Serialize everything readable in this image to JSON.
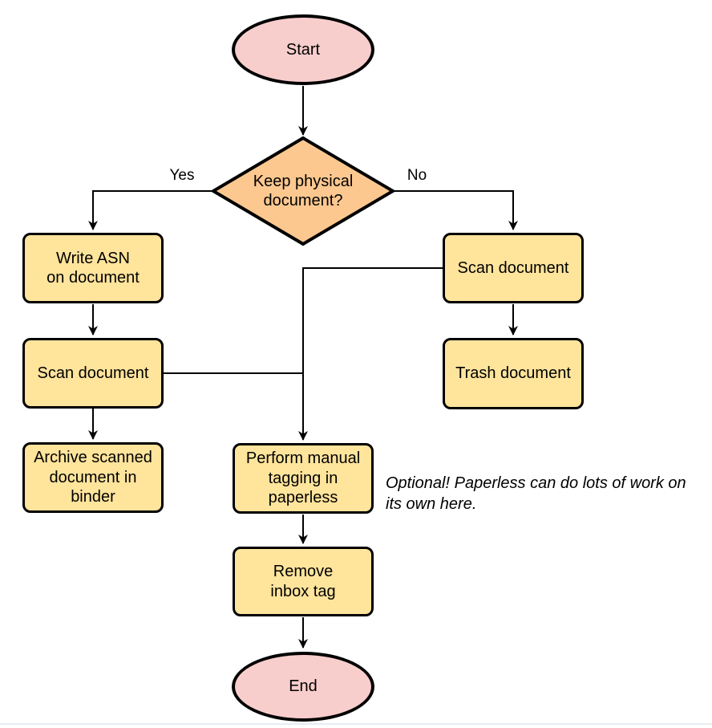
{
  "colors": {
    "terminal_fill": "#f8cecc",
    "decision_fill": "#fcc890",
    "process_fill": "#ffe49c",
    "stroke": "#000000",
    "text": "#000000",
    "bottom_rule": "#e9edf1"
  },
  "flowchart": {
    "nodes": {
      "start": {
        "type": "terminal",
        "label": "Start"
      },
      "decision": {
        "type": "decision",
        "label": "Keep physical\ndocument?"
      },
      "write_asn": {
        "type": "process",
        "label": "Write ASN\non document"
      },
      "scan_left": {
        "type": "process",
        "label": "Scan document"
      },
      "archive": {
        "type": "process",
        "label": "Archive scanned\ndocument in\nbinder"
      },
      "scan_right": {
        "type": "process",
        "label": "Scan document"
      },
      "trash": {
        "type": "process",
        "label": "Trash document"
      },
      "tagging": {
        "type": "process",
        "label": "Perform manual\ntagging in\npaperless"
      },
      "remove_inbox": {
        "type": "process",
        "label": "Remove\ninbox tag"
      },
      "end": {
        "type": "terminal",
        "label": "End"
      }
    },
    "edge_labels": {
      "yes": "Yes",
      "no": "No"
    },
    "annotation": "Optional! Paperless can do lots of work on\nits own here."
  }
}
